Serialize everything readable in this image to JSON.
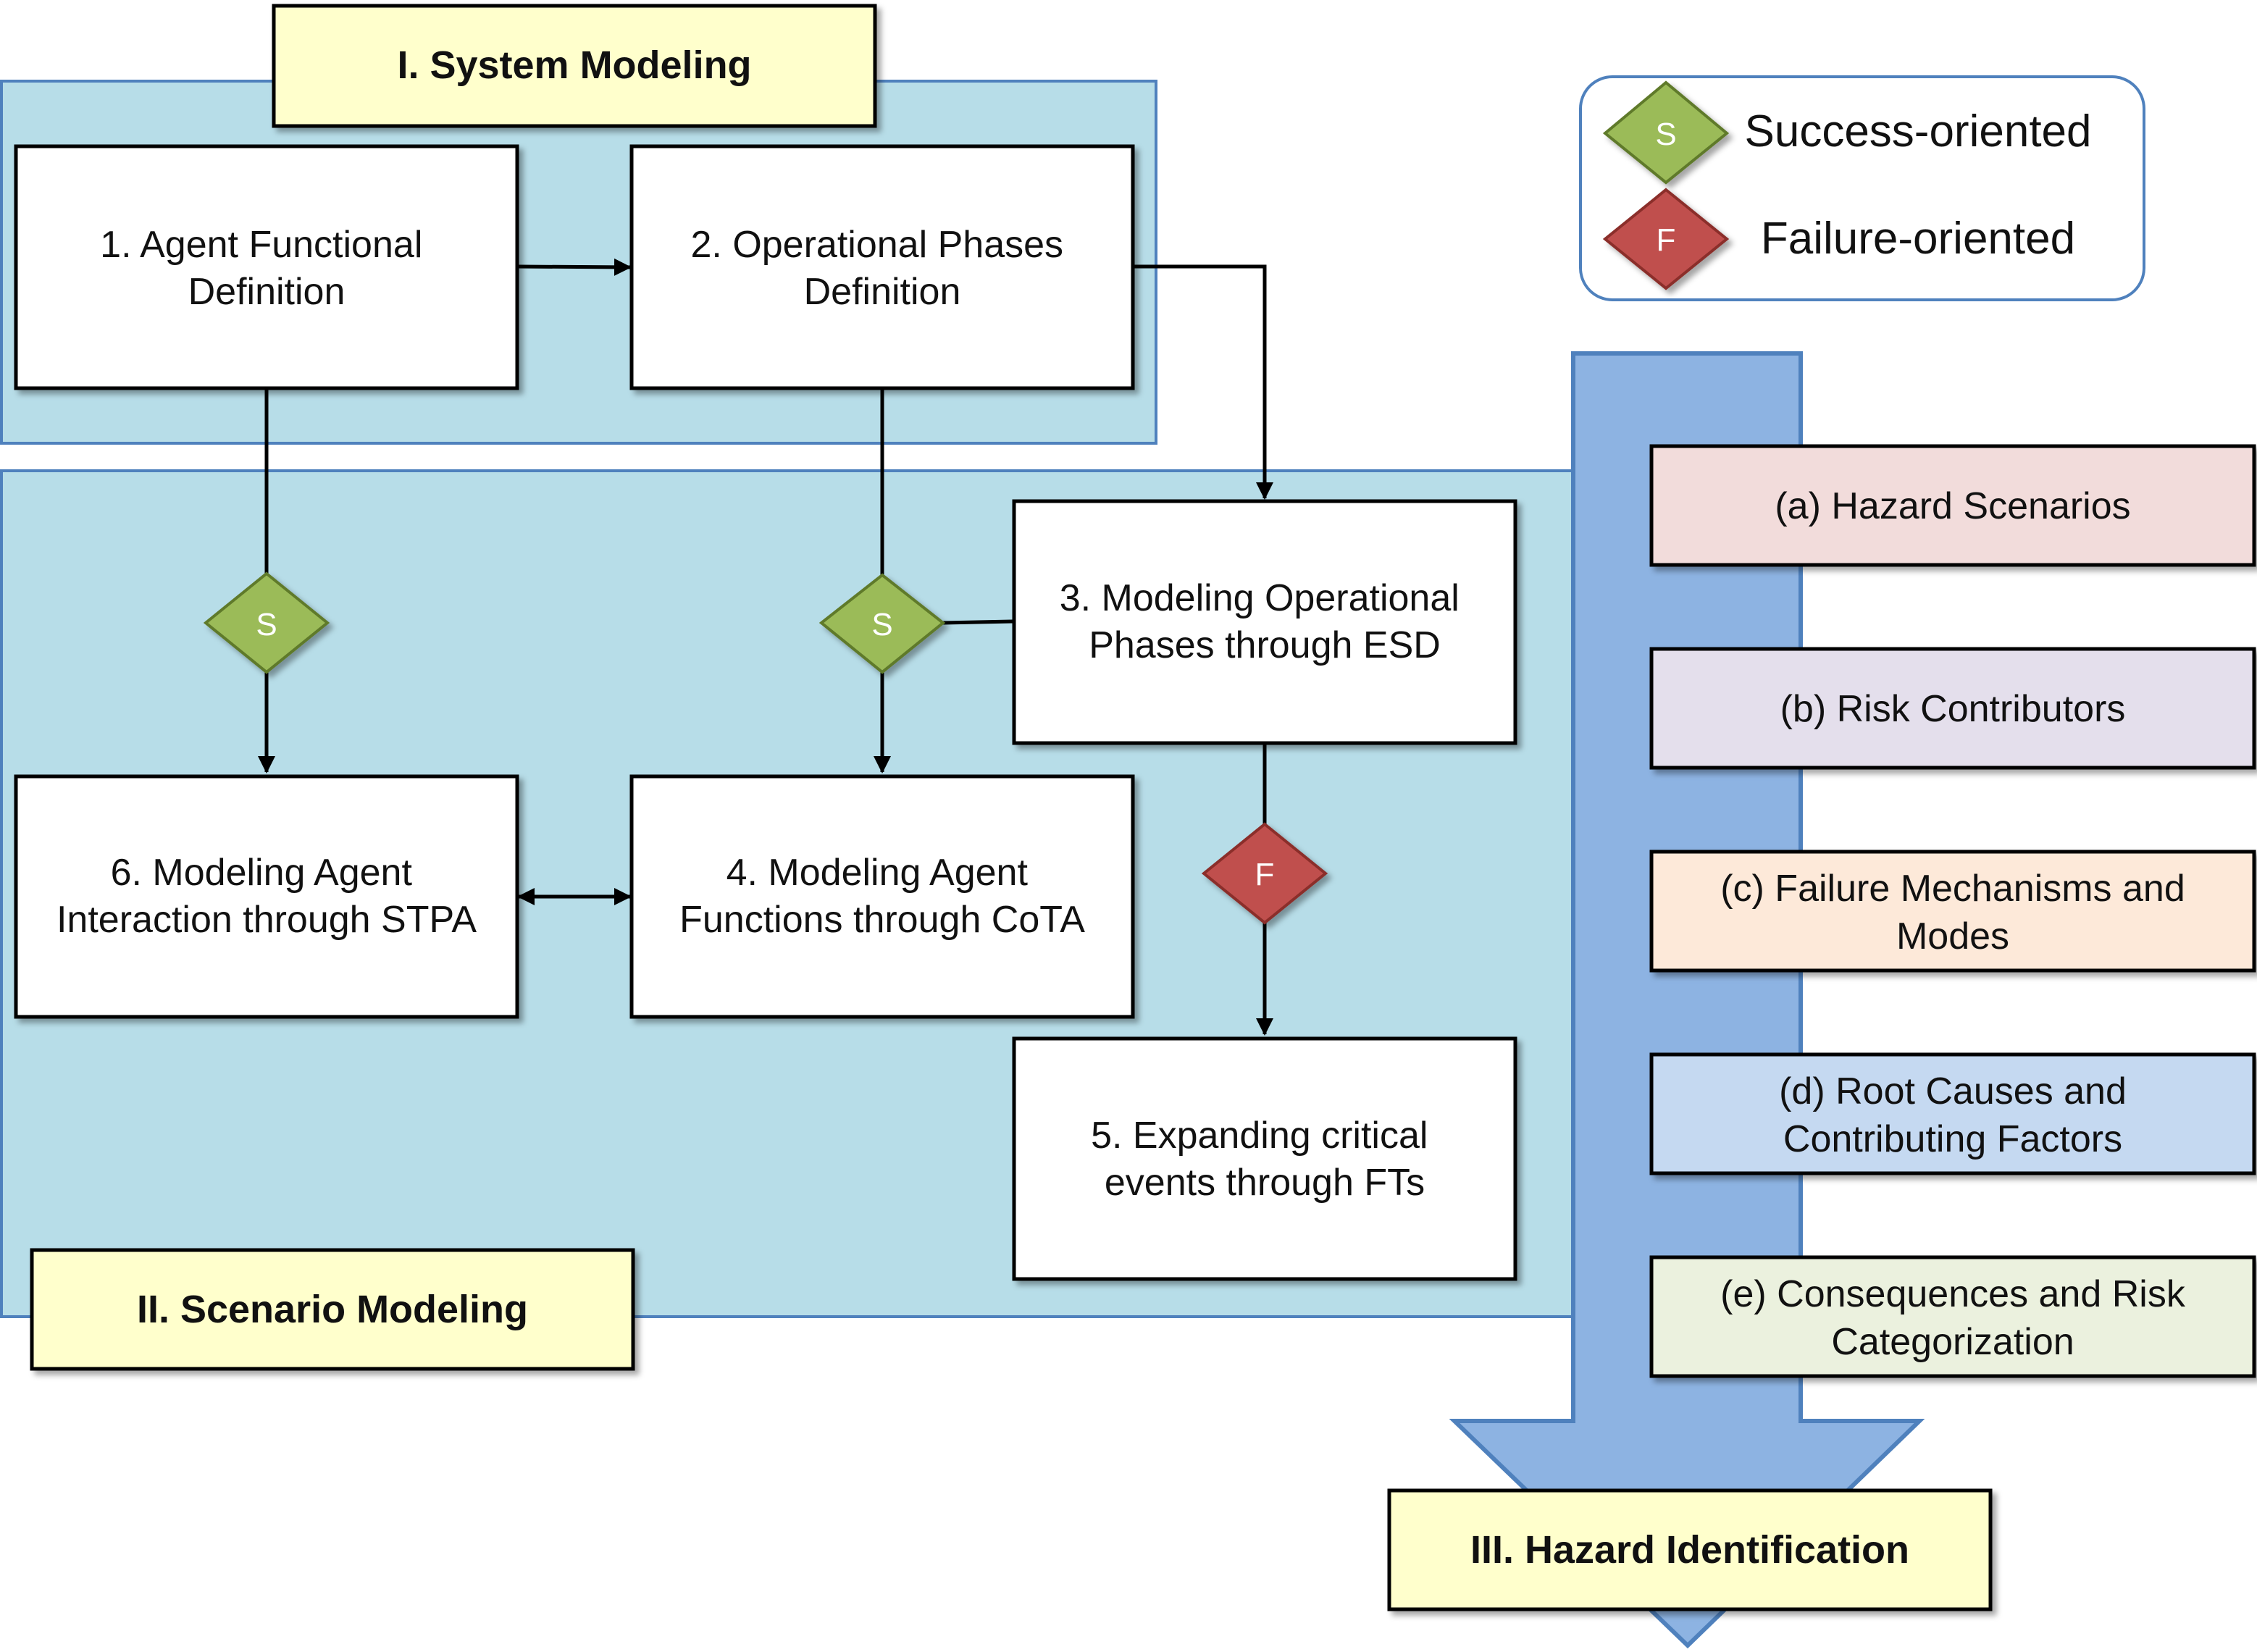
{
  "phases": {
    "system_modeling": "I. System Modeling",
    "scenario_modeling": "II. Scenario Modeling",
    "hazard_identification": "III. Hazard Identification"
  },
  "steps": {
    "step1": [
      "1. Agent Functional",
      "Definition"
    ],
    "step2": [
      "2. Operational Phases",
      "Definition"
    ],
    "step3": [
      "3. Modeling Operational",
      "Phases through ESD"
    ],
    "step4": [
      "4. Modeling Agent",
      "Functions through CoTA"
    ],
    "step5": [
      "5. Expanding critical",
      "events through FTs"
    ],
    "step6": [
      "6. Modeling Agent",
      "Interaction through STPA"
    ]
  },
  "legend": {
    "success_symbol": "S",
    "success_label": "Success-oriented",
    "failure_symbol": "F",
    "failure_label": "Failure-oriented"
  },
  "outputs": [
    {
      "lines": [
        "(a) Hazard Scenarios"
      ],
      "color": "#f2dcdb"
    },
    {
      "lines": [
        "(b) Risk Contributors"
      ],
      "color": "#e4dfec"
    },
    {
      "lines": [
        "(c) Failure Mechanisms and",
        "Modes"
      ],
      "color": "#fde9d9"
    },
    {
      "lines": [
        "(d) Root Causes and",
        "Contributing Factors"
      ],
      "color": "#c5d9f1"
    },
    {
      "lines": [
        "(e) Consequences and Risk",
        "Categorization"
      ],
      "color": "#ebf1de"
    }
  ],
  "colors": {
    "phase_background": "#b7dde8",
    "phase_border": "#4f81bd",
    "phase_label": "#ffffcc",
    "flow_arrow": "#8db3e2",
    "success_diamond": "#9bbb59",
    "failure_diamond": "#c0504d"
  }
}
